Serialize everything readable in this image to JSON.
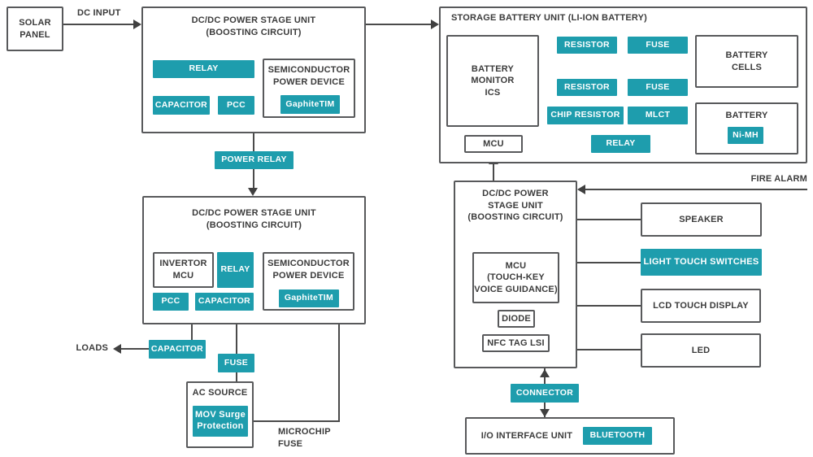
{
  "colors": {
    "teal": "#1e9dad",
    "line": "#4a4a4a",
    "border": "#58595b",
    "text": "#3b3b3b"
  },
  "solar_panel": {
    "label": "SOLAR\nPANEL"
  },
  "dc_input": {
    "label": "DC INPUT"
  },
  "unit1": {
    "title": "DC/DC POWER STAGE UNIT\n(BOOSTING CIRCUIT)",
    "relay": "RELAY",
    "capacitor": "CAPACITOR",
    "pcc": "PCC",
    "semiconductor": {
      "title": "SEMICONDUCTOR\nPOWER DEVICE",
      "graphite": "GaphiteTIM"
    }
  },
  "power_relay": {
    "label": "POWER RELAY"
  },
  "unit2": {
    "title": "DC/DC POWER STAGE UNIT\n(BOOSTING CIRCUIT)",
    "invertor_mcu": "INVERTOR\nMCU",
    "relay": "RELAY",
    "pcc": "PCC",
    "capacitor": "CAPACITOR",
    "semiconductor": {
      "title": "SEMICONDUCTOR\nPOWER DEVICE",
      "graphite": "GaphiteTIM"
    }
  },
  "loads": {
    "label": "LOADS"
  },
  "output_capacitor": {
    "label": "CAPACITOR"
  },
  "output_fuse": {
    "label": "FUSE"
  },
  "ac_source": {
    "title": "AC SOURCE",
    "mov": "MOV Surge\nProtection"
  },
  "microchip_fuse": {
    "label": "MICROCHIP\nFUSE"
  },
  "storage_unit": {
    "title": "STORAGE BATTERY UNIT (LI-ION BATTERY)",
    "battery_monitor_ics": "BATTERY\nMONITOR\nICS",
    "mcu": "MCU",
    "resistor_top": "RESISTOR",
    "resistor_bottom": "RESISTOR",
    "fuse_top": "FUSE",
    "fuse_bottom": "FUSE",
    "chip_resistor": "CHIP RESISTOR",
    "mlct": "MLCT",
    "relay": "RELAY",
    "battery_cells": "BATTERY\nCELLS",
    "battery": {
      "title": "BATTERY",
      "nimh": "Ni-MH"
    }
  },
  "fire_alarm": {
    "label": "FIRE ALARM"
  },
  "unit3": {
    "title": "DC/DC POWER\nSTAGE UNIT\n(BOOSTING CIRCUIT)",
    "mcu": "MCU\n(TOUCH-KEY\nVOICE GUIDANCE)",
    "diode": "DIODE",
    "nfc_tag": "NFC TAG LSI"
  },
  "peripherals": {
    "speaker": "SPEAKER",
    "light_touch_switches": "LIGHT TOUCH SWITCHES",
    "lcd_touch_display": "LCD TOUCH DISPLAY",
    "led": "LED"
  },
  "connector": {
    "label": "CONNECTOR"
  },
  "io_unit": {
    "title": "I/O INTERFACE UNIT",
    "bluetooth": "BLUETOOTH"
  }
}
